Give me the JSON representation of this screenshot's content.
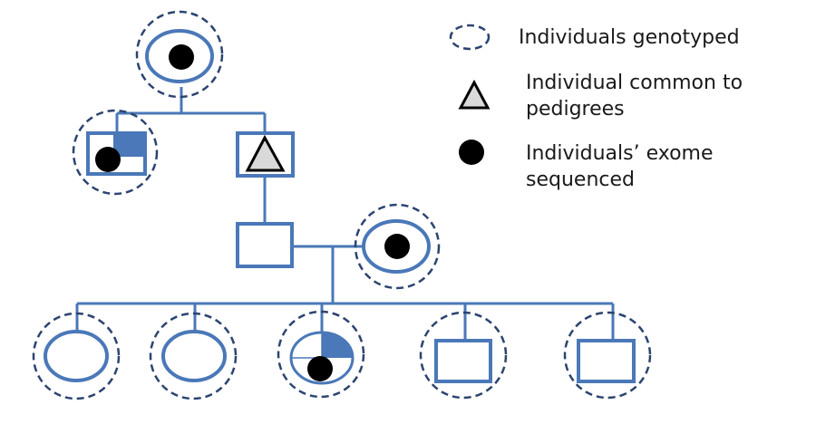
{
  "figure": {
    "type": "pedigree",
    "colors": {
      "symbol_outline": "#4a78b8",
      "affected_fill": "#4a78b8",
      "genotyped_ring": "#2c4470",
      "exome_dot": "#000000",
      "common_triangle_fill": "#d9d9d9"
    }
  },
  "legend": {
    "items": [
      {
        "icon": "dashed-ellipse",
        "label": "Individuals genotyped"
      },
      {
        "icon": "gray-triangle",
        "label": "Individual common to pedigrees"
      },
      {
        "icon": "black-dot",
        "label": "Individuals’ exome sequenced"
      }
    ],
    "line1": "Individuals genotyped",
    "line2a": "Individual common to",
    "line2b": "pedigrees",
    "line3a": "Individuals’ exome",
    "line3b": "sequenced"
  },
  "pedigree": {
    "individuals": [
      {
        "id": "I-1",
        "generation": 1,
        "sex": "female",
        "genotyped": true,
        "exome_sequenced": true,
        "affected": "none",
        "common_to_pedigrees": false
      },
      {
        "id": "II-1",
        "generation": 2,
        "sex": "male",
        "genotyped": true,
        "exome_sequenced": true,
        "affected": "upper-right quadrant",
        "common_to_pedigrees": false
      },
      {
        "id": "II-2",
        "generation": 2,
        "sex": "male",
        "genotyped": false,
        "exome_sequenced": false,
        "affected": "none",
        "common_to_pedigrees": true
      },
      {
        "id": "III-1",
        "generation": 3,
        "sex": "male",
        "genotyped": false,
        "exome_sequenced": false,
        "affected": "none",
        "common_to_pedigrees": false
      },
      {
        "id": "III-2",
        "generation": 3,
        "sex": "female",
        "genotyped": true,
        "exome_sequenced": true,
        "affected": "none",
        "common_to_pedigrees": false
      },
      {
        "id": "IV-1",
        "generation": 4,
        "sex": "female",
        "genotyped": true,
        "exome_sequenced": false,
        "affected": "none",
        "common_to_pedigrees": false
      },
      {
        "id": "IV-2",
        "generation": 4,
        "sex": "female",
        "genotyped": true,
        "exome_sequenced": false,
        "affected": "none",
        "common_to_pedigrees": false
      },
      {
        "id": "IV-3",
        "generation": 4,
        "sex": "female",
        "genotyped": true,
        "exome_sequenced": true,
        "affected": "upper-right quadrant",
        "common_to_pedigrees": false
      },
      {
        "id": "IV-4",
        "generation": 4,
        "sex": "male",
        "genotyped": true,
        "exome_sequenced": false,
        "affected": "none",
        "common_to_pedigrees": false
      },
      {
        "id": "IV-5",
        "generation": 4,
        "sex": "male",
        "genotyped": true,
        "exome_sequenced": false,
        "affected": "none",
        "common_to_pedigrees": false
      }
    ],
    "relationships": [
      {
        "type": "parent-child",
        "parent": "I-1",
        "children": [
          "II-1",
          "II-2"
        ]
      },
      {
        "type": "parent-child",
        "parent": "II-2",
        "children": [
          "III-1"
        ]
      },
      {
        "type": "mating",
        "partners": [
          "III-1",
          "III-2"
        ],
        "children": [
          "IV-1",
          "IV-2",
          "IV-3",
          "IV-4",
          "IV-5"
        ]
      }
    ]
  }
}
